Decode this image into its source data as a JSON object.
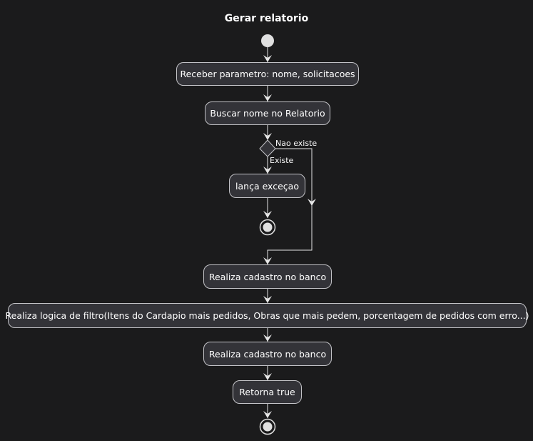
{
  "title": "Gerar relatorio",
  "nodes": {
    "receber": "Receber parametro: nome, solicitacoes",
    "buscar": "Buscar nome no Relatorio",
    "lanca": "lança exceçao",
    "cadastro1": "Realiza cadastro no banco",
    "filtro": "Realiza logica de filtro(Itens do Cardapio mais pedidos, Obras que mais pedem, porcentagem de pedidos com erro...)",
    "cadastro2": "Realiza cadastro no banco",
    "retorna": "Retorna true"
  },
  "branches": {
    "nao_existe": "Nao existe",
    "existe": "Existe"
  },
  "colors": {
    "background": "#1b1b1c",
    "node_fill": "#333338",
    "node_border": "#c4c4c8",
    "line": "#e6e6e6",
    "text": "#ffffff"
  }
}
